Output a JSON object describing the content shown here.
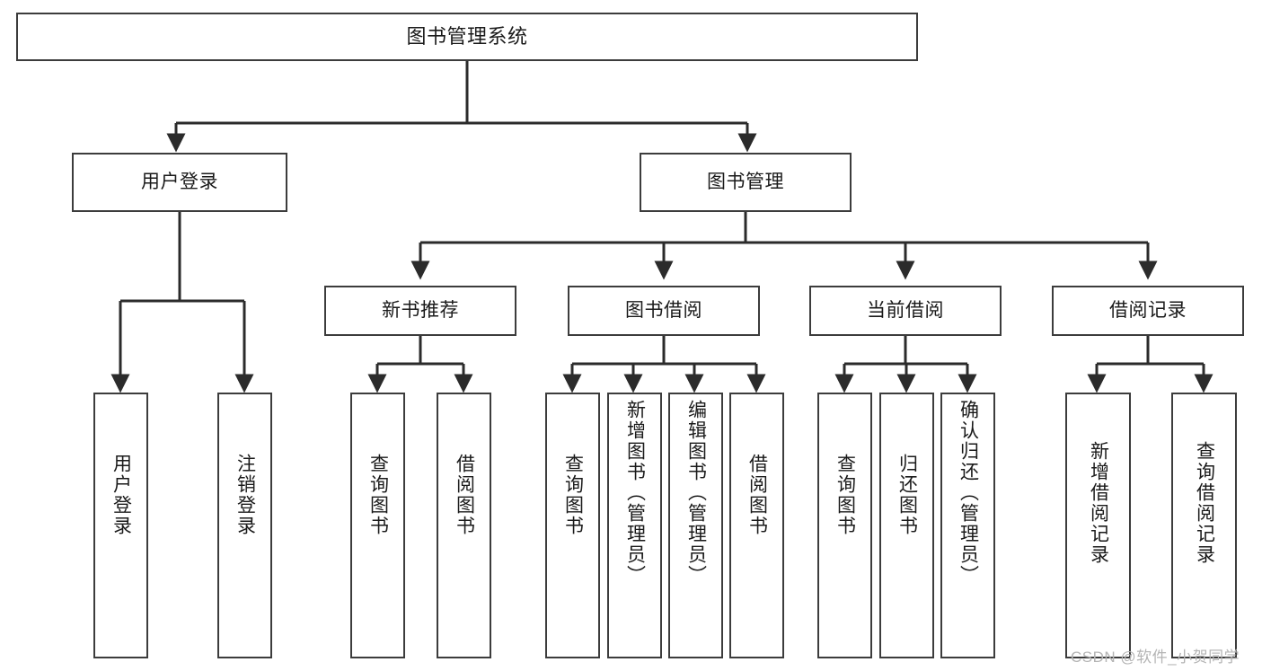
{
  "diagram": {
    "title": "图书管理系统",
    "type": "tree-hierarchy-diagram",
    "colors": {
      "box_border": "#3c3c3c",
      "box_fill": "#ffffff",
      "edge": "#2b2b2b",
      "text": "#1a1a1a",
      "background": "#ffffff",
      "watermark": "#b4b4b4"
    },
    "root": {
      "label": "图书管理系统"
    },
    "level1": [
      {
        "label": "用户登录"
      },
      {
        "label": "图书管理"
      }
    ],
    "level2": [
      {
        "label": "新书推荐"
      },
      {
        "label": "图书借阅"
      },
      {
        "label": "当前借阅"
      },
      {
        "label": "借阅记录"
      }
    ],
    "leaves": {
      "user_login": [
        {
          "label": "用户登录"
        },
        {
          "label": "注销登录"
        }
      ],
      "new_book_recommend": [
        {
          "label": "查询图书"
        },
        {
          "label": "借阅图书"
        }
      ],
      "book_borrow": [
        {
          "label": "查询图书"
        },
        {
          "label": "新增图书（管理员）"
        },
        {
          "label": "编辑图书（管理员）"
        },
        {
          "label": "借阅图书"
        }
      ],
      "current_borrow": [
        {
          "label": "查询图书"
        },
        {
          "label": "归还图书"
        },
        {
          "label": "确认归还（管理员）"
        }
      ],
      "borrow_record": [
        {
          "label": "新增借阅记录"
        },
        {
          "label": "查询借阅记录"
        }
      ]
    },
    "watermark": "CSDN @软件_小贺同学"
  }
}
